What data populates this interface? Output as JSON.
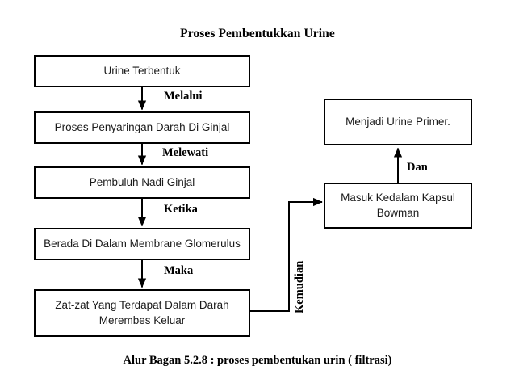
{
  "diagram": {
    "title": "Proses Pembentukkan Urine",
    "caption": "Alur Bagan 5.2.8 : proses pembentukan urin ( filtrasi)",
    "type": "flowchart",
    "nodes": [
      {
        "id": "n1",
        "label": "Urine Terbentuk"
      },
      {
        "id": "n2",
        "label": "Proses Penyaringan Darah Di Ginjal"
      },
      {
        "id": "n3",
        "label": "Pembuluh Nadi Ginjal"
      },
      {
        "id": "n4",
        "label": "Berada Di Dalam Membrane Glomerulus"
      },
      {
        "id": "n5",
        "label": "Zat-zat Yang Terdapat Dalam Darah Merembes Keluar"
      },
      {
        "id": "n6",
        "label": "Masuk Kedalam Kapsul Bowman"
      },
      {
        "id": "n7",
        "label": "Menjadi Urine Primer."
      }
    ],
    "edges": [
      {
        "from": "n1",
        "to": "n2",
        "label": "Melalui"
      },
      {
        "from": "n2",
        "to": "n3",
        "label": "Melewati"
      },
      {
        "from": "n3",
        "to": "n4",
        "label": "Ketika"
      },
      {
        "from": "n4",
        "to": "n5",
        "label": "Maka"
      },
      {
        "from": "n5",
        "to": "n6",
        "label": "Kemudian"
      },
      {
        "from": "n6",
        "to": "n7",
        "label": "Dan"
      }
    ],
    "colors": {
      "border": "#000000",
      "background": "#ffffff",
      "text": "#1a1a1a",
      "label_text": "#000000"
    }
  }
}
